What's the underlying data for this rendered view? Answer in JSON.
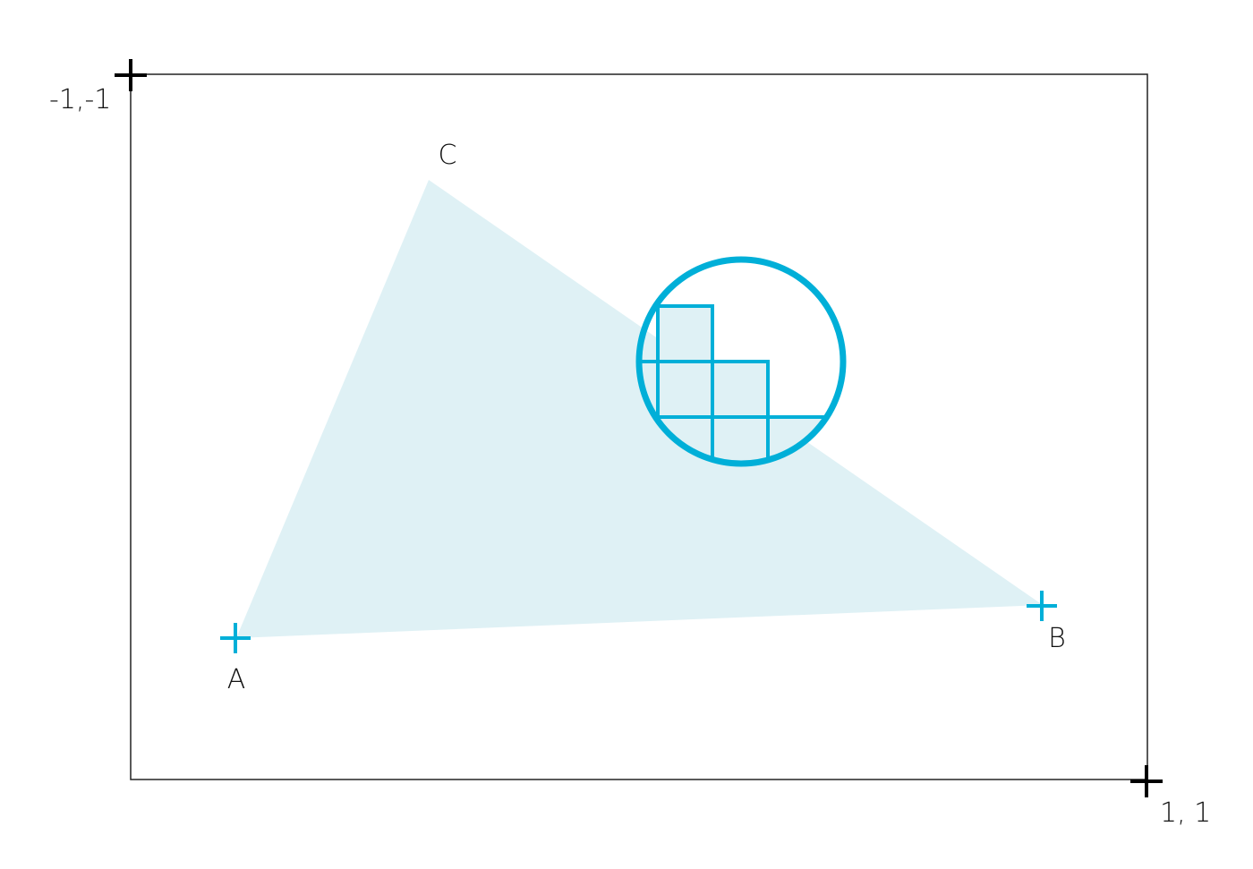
{
  "labels": {
    "top_left_corner": "-1,-1",
    "bottom_right_corner": "1, 1",
    "vertex_a": "A",
    "vertex_b": "B",
    "vertex_c": "C"
  },
  "colors": {
    "accent": "#00afd8",
    "triangle_fill": "#dff1f5",
    "frame": "#222222",
    "corner_marker": "#000000",
    "text": "#111111"
  },
  "icons": {
    "corner_marker": "plus-icon",
    "vertex_marker": "plus-icon"
  }
}
